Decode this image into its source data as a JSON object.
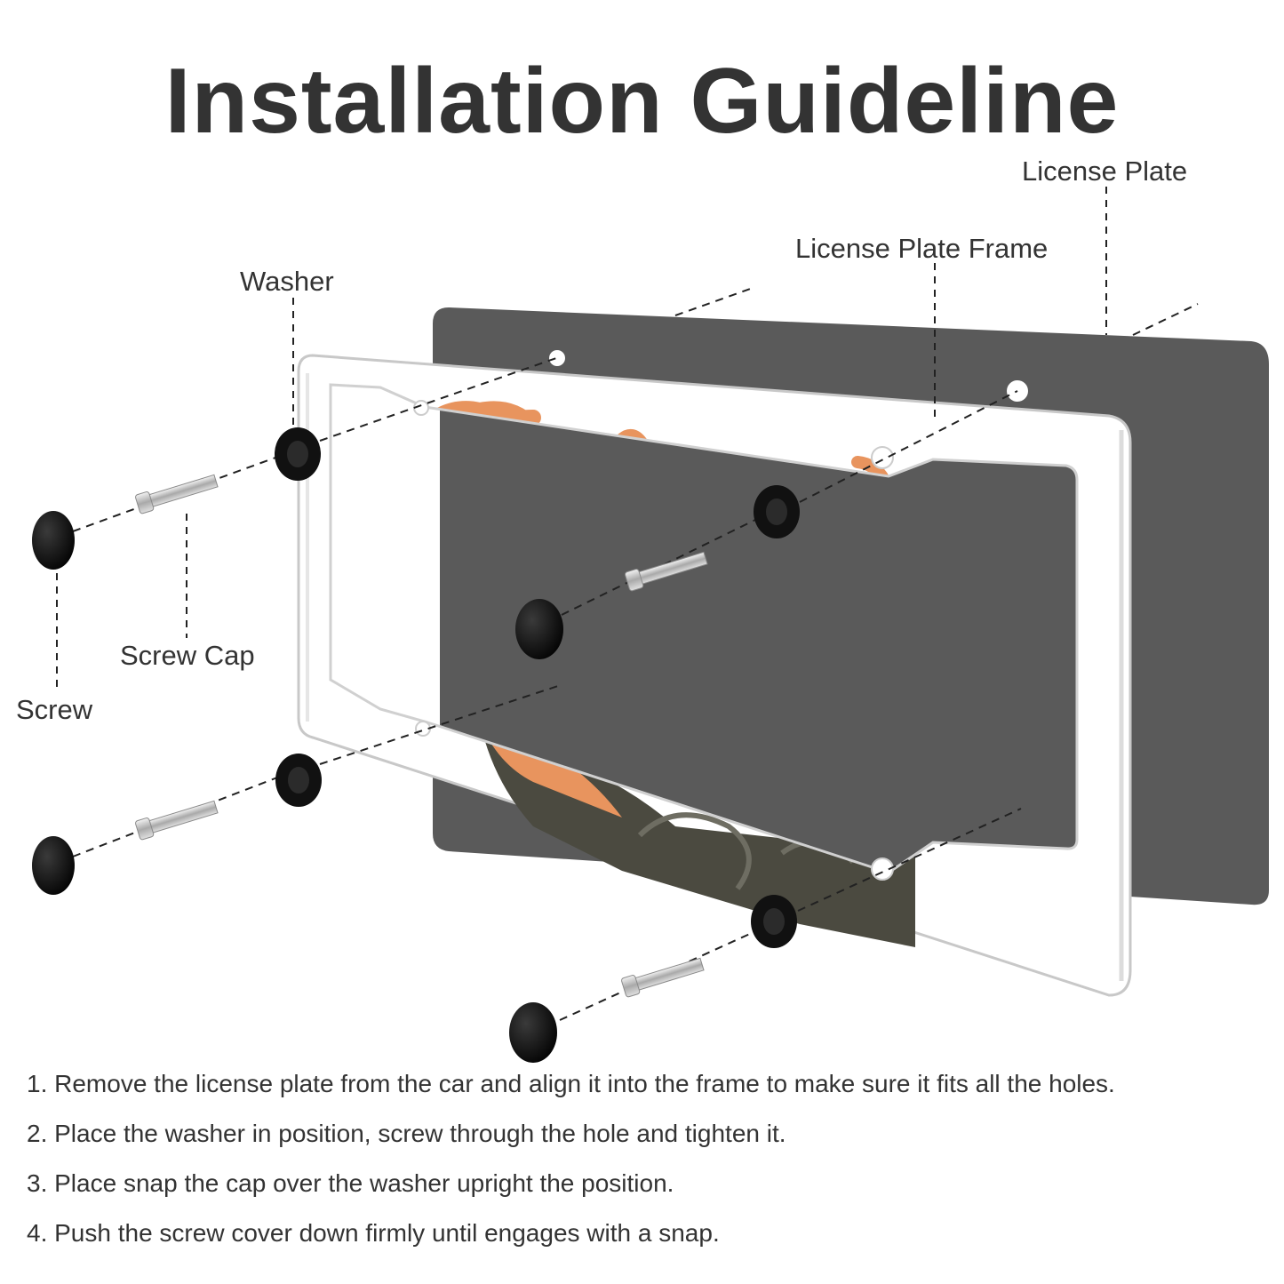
{
  "title": "Installation Guideline",
  "labels": {
    "license_plate": "License Plate",
    "license_plate_frame": "License Plate Frame",
    "washer": "Washer",
    "screw_cap": "Screw Cap",
    "screw": "Screw"
  },
  "steps": [
    "1. Remove the license plate from the car and align it into the frame to make sure it fits all the holes.",
    "2. Place the washer in position, screw through the hole and tighten it.",
    "3. Place snap the cap over the washer upright the position.",
    "4. Push the screw cover down firmly until engages with a snap."
  ],
  "colors": {
    "plate": "#5a5a5a",
    "frame": "#ffffff",
    "frame_edge": "#c8c8c8",
    "accent_orange": "#e8945e",
    "hardware_black": "#111111",
    "text": "#333333"
  }
}
